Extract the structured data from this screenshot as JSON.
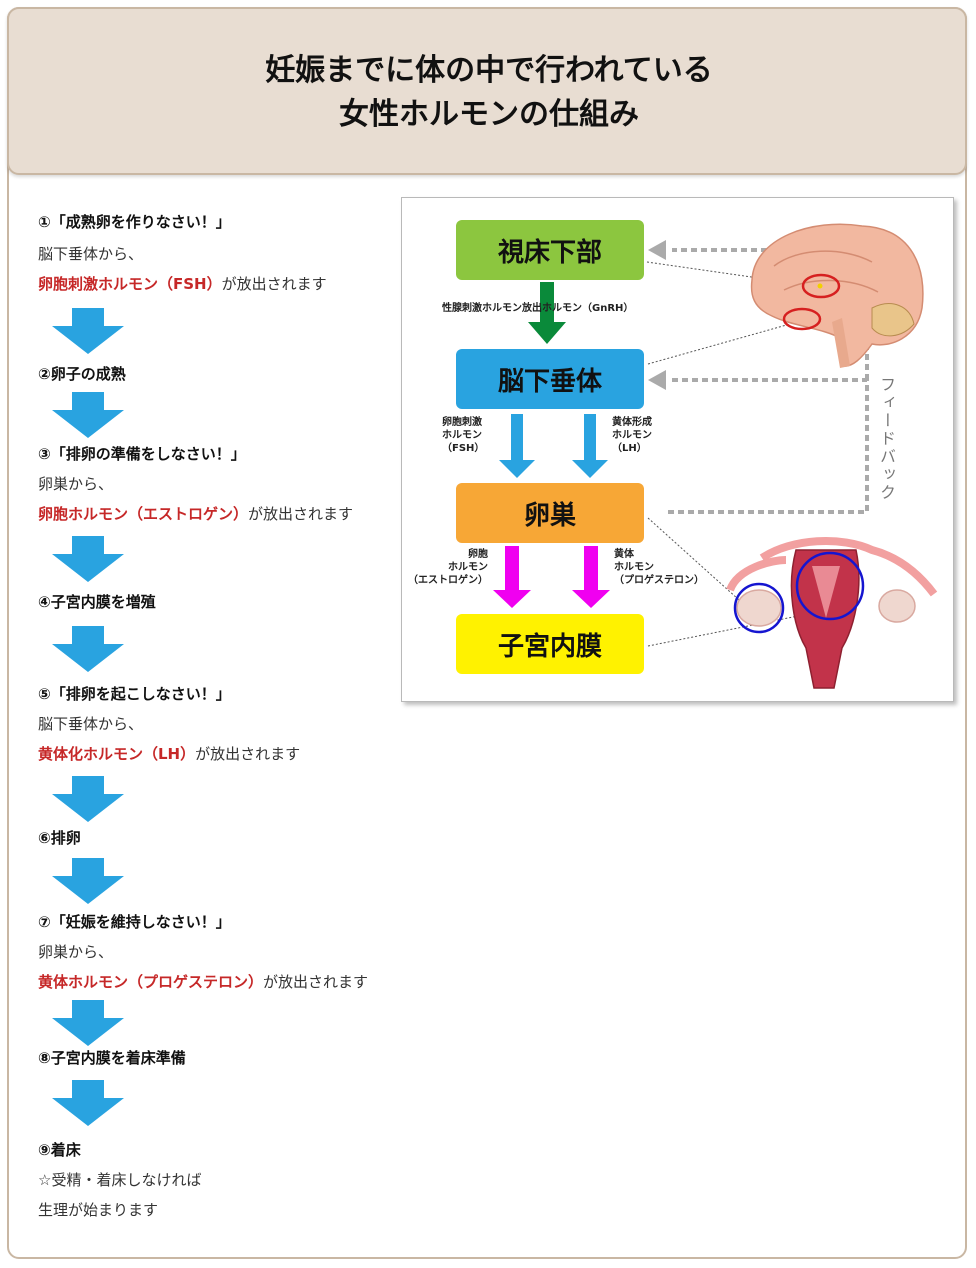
{
  "header": {
    "title_line1": "妊娠までに体の中で行われている",
    "title_line2": "女性ホルモンの仕組み"
  },
  "steps": [
    {
      "title": "①「成熟卵を作りなさい！」",
      "lines": [
        "脳下垂体から、"
      ],
      "hormone": "卵胞刺激ホルモン（FSH）",
      "suffix": "が放出されます"
    },
    {
      "title": "②卵子の成熟"
    },
    {
      "title": "③「排卵の準備をしなさい！」",
      "lines": [
        "卵巣から、"
      ],
      "hormone": "卵胞ホルモン（エストロゲン）",
      "suffix": "が放出されます"
    },
    {
      "title": "④子宮内膜を増殖"
    },
    {
      "title": "⑤「排卵を起こしなさい！」",
      "lines": [
        "脳下垂体から、"
      ],
      "hormone": "黄体化ホルモン（LH）",
      "suffix": "が放出されます"
    },
    {
      "title": "⑥排卵"
    },
    {
      "title": "⑦「妊娠を維持しなさい！」",
      "lines": [
        "卵巣から、"
      ],
      "hormone": "黄体ホルモン（プロゲステロン）",
      "suffix": "が放出されます"
    },
    {
      "title": "⑧子宮内膜を着床準備"
    },
    {
      "title": "⑨着床",
      "lines": [
        "☆受精・着床しなければ",
        "生理が始まります"
      ]
    }
  ],
  "diagram": {
    "boxes": {
      "hypothalamus": "視床下部",
      "pituitary": "脳下垂体",
      "ovary": "卵巣",
      "endometrium": "子宮内膜"
    },
    "gnrh_label": "性腺刺激ホルモン放出ホルモン（GnRH）",
    "fsh_label": [
      "卵胞刺激",
      "ホルモン",
      "（FSH）"
    ],
    "lh_label": [
      "黄体形成",
      "ホルモン",
      "（LH）"
    ],
    "estrogen_label": [
      "卵胞",
      "ホルモン",
      "（エストロゲン）"
    ],
    "progesterone_label": [
      "黄体",
      "ホルモン",
      "（プロゲステロン）"
    ],
    "feedback_label": "フィードバック"
  },
  "colors": {
    "header_bg": "#e8ddd2",
    "frame_border": "#c9b7a3",
    "arrow_blue": "#29a3e0",
    "hormone_red": "#c62828",
    "box_green": "#8cc63f",
    "box_blue": "#29a3e0",
    "box_orange": "#f7a736",
    "box_yellow": "#fff200",
    "arrow_green": "#0a8a3a",
    "arrow_magenta": "#f000f0",
    "feedback_gray": "#aaaaaa"
  }
}
